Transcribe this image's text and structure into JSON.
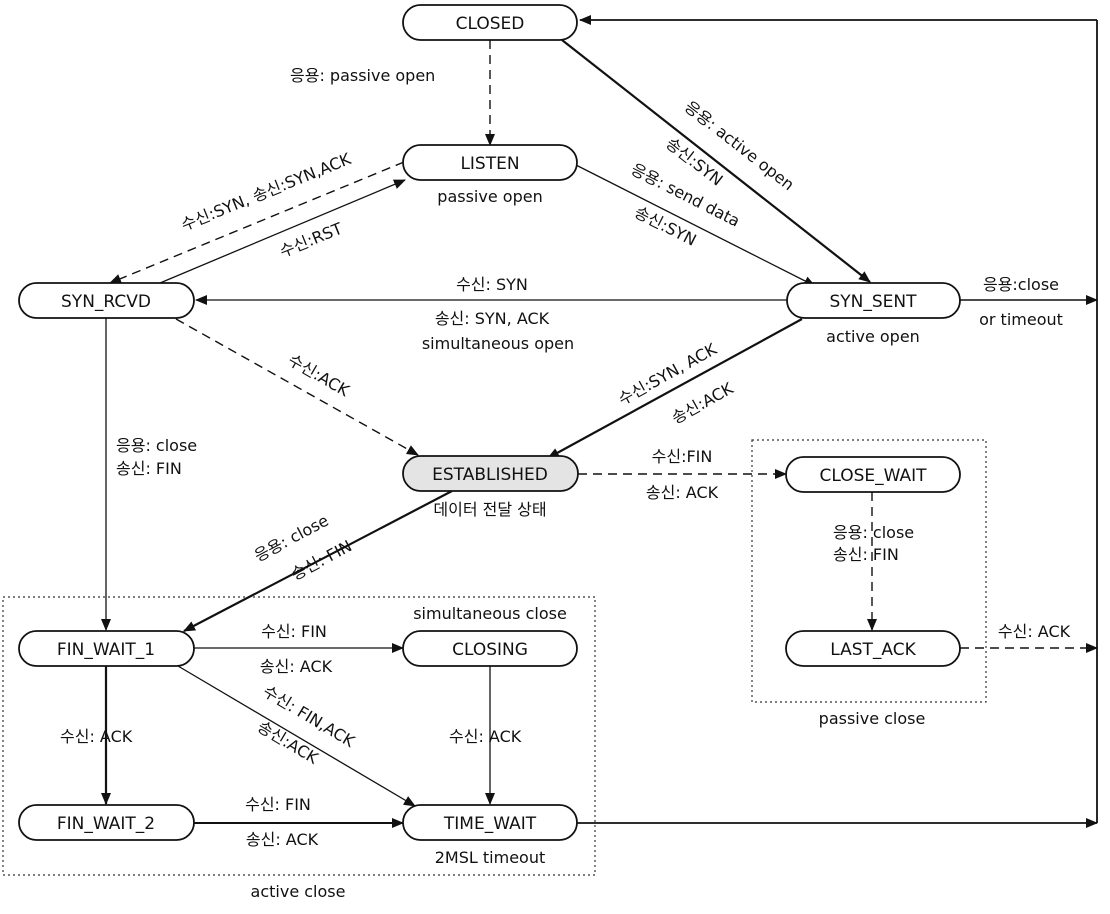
{
  "states": {
    "closed": "CLOSED",
    "listen": "LISTEN",
    "syn_rcvd": "SYN_RCVD",
    "syn_sent": "SYN_SENT",
    "established": "ESTABLISHED",
    "close_wait": "CLOSE_WAIT",
    "last_ack": "LAST_ACK",
    "fin_wait_1": "FIN_WAIT_1",
    "closing": "CLOSING",
    "fin_wait_2": "FIN_WAIT_2",
    "time_wait": "TIME_WAIT"
  },
  "captions": {
    "listen": "passive open",
    "syn_sent": "active open",
    "established": "데이터 전달 상태",
    "time_wait": "2MSL timeout",
    "simultaneous_close": "simultaneous close",
    "passive_close": "passive close",
    "active_close": "active close"
  },
  "edges": {
    "closed_listen": "응용: passive open",
    "closed_synsent_1": "응용: active open",
    "closed_synsent_2": "송신:SYN",
    "listen_synsent_1": "응용: send data",
    "listen_synsent_2": "송신:SYN",
    "listen_synrcvd": "수신:SYN, 송신:SYN,ACK",
    "synrcvd_listen": "수신:RST",
    "synsent_synrcvd_1": "수신: SYN",
    "synsent_synrcvd_2": "송신: SYN, ACK",
    "synsent_synrcvd_3": "simultaneous open",
    "synsent_closed_1": "응용:close",
    "synsent_closed_2": "or timeout",
    "synrcvd_established": "수신:ACK",
    "synsent_established_1": "수신:SYN, ACK",
    "synsent_established_2": "송신:ACK",
    "synrcvd_finwait1_1": "응용: close",
    "synrcvd_finwait1_2": "송신: FIN",
    "established_closewait_1": "수신:FIN",
    "established_closewait_2": "송신: ACK",
    "established_finwait1_1": "응용: close",
    "established_finwait1_2": "송신: FIN",
    "closewait_lastack_1": "응용: close",
    "closewait_lastack_2": "송신: FIN",
    "lastack_closed": "수신: ACK",
    "finwait1_closing_1": "수신: FIN",
    "finwait1_closing_2": "송신: ACK",
    "finwait1_timewait_1": "수신: FIN,ACK",
    "finwait1_timewait_2": "송신:ACK",
    "finwait1_finwait2": "수신: ACK",
    "closing_timewait": "수신: ACK",
    "finwait2_timewait_1": "수신: FIN",
    "finwait2_timewait_2": "송신: ACK"
  },
  "colors": {
    "line": "#111111",
    "state_fill": "#ffffff",
    "established_fill": "#e4e4e4"
  }
}
